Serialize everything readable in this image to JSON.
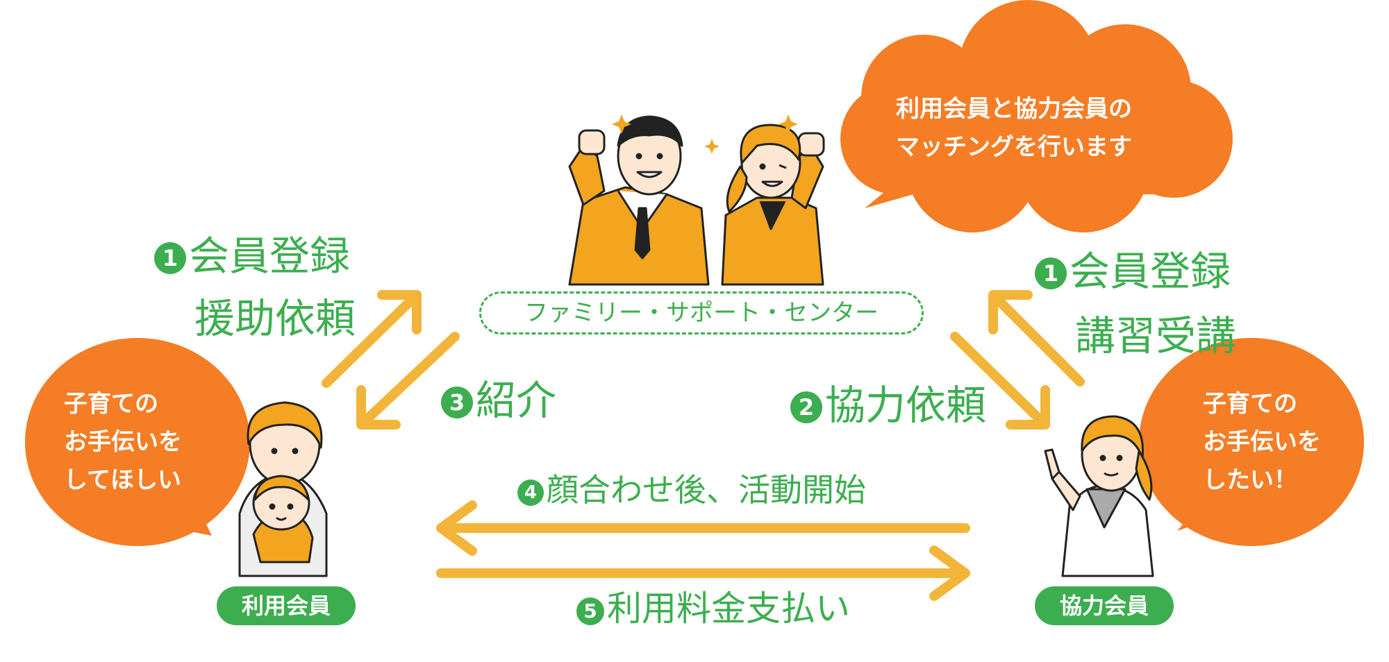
{
  "center": {
    "label": "ファミリー・サポート・センター",
    "bubble_line1": "利用会員と協力会員の",
    "bubble_line2": "マッチングを行います"
  },
  "left": {
    "step1_num": "1",
    "step1_line1": "会員登録",
    "step1_line2": "援助依頼",
    "bubble_line1": "子育ての",
    "bubble_line2": "お手伝いを",
    "bubble_line3": "してほしい",
    "badge": "利用会員"
  },
  "right": {
    "step1_num": "1",
    "step1_line1": "会員登録",
    "step1_line2": "講習受講",
    "bubble_line1": "子育ての",
    "bubble_line2": "お手伝いを",
    "bubble_line3": "したい！",
    "badge": "協力会員"
  },
  "steps": {
    "step2_num": "2",
    "step2": "協力依頼",
    "step3_num": "3",
    "step3": "紹介",
    "step4_num": "4",
    "step4": "顔合わせ後、活動開始",
    "step5_num": "5",
    "step5": "利用料金支払い"
  },
  "colors": {
    "orange_bubble": "#f47d25",
    "green": "#3cae4f",
    "arrow": "#f2b53a",
    "suit": "#f3a51f",
    "skin": "#fde7d2"
  }
}
